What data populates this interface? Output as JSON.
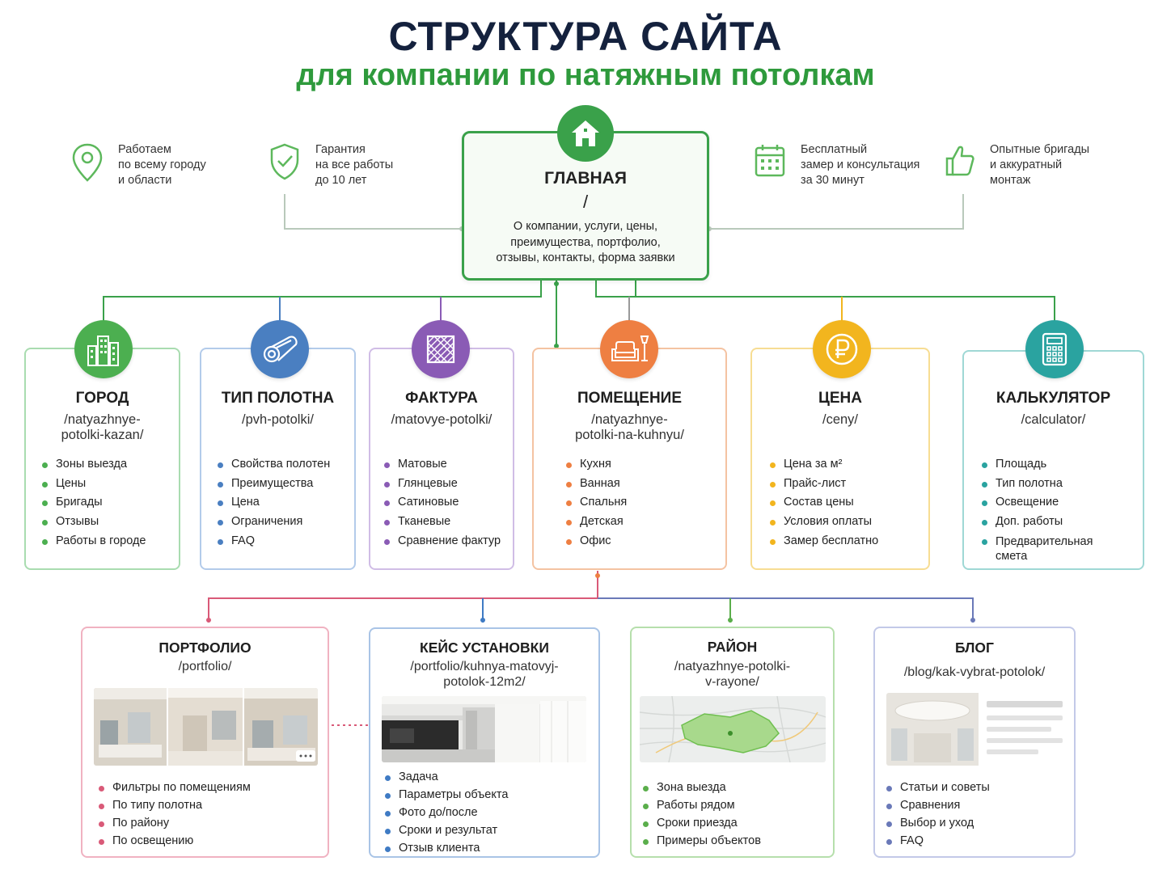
{
  "header": {
    "title": "СТРУКТУРА САЙТА",
    "subtitle": "для компании по натяжным потолкам"
  },
  "features": [
    {
      "icon": "location-pin-icon",
      "text_lines": [
        "Работаем",
        "по всему городу",
        "и области"
      ]
    },
    {
      "icon": "shield-check-icon",
      "text_lines": [
        "Гарантия",
        "на все работы",
        "до 10 лет"
      ]
    },
    {
      "icon": "calendar-icon",
      "text_lines": [
        "Бесплатный",
        "замер и консультация",
        "за 30 минут"
      ]
    },
    {
      "icon": "thumbs-up-icon",
      "text_lines": [
        "Опытные бригады",
        "и аккуратный",
        "монтаж"
      ]
    }
  ],
  "main": {
    "icon": "home-icon",
    "title": "ГЛАВНАЯ",
    "url": "/",
    "desc_lines": [
      "О компании, услуги, цены,",
      "преимущества, портфолио,",
      "отзывы, контакты, форма заявки"
    ],
    "color": "#3aa14a"
  },
  "level2": [
    {
      "icon": "city-buildings-icon",
      "color": "#4caf50",
      "border": "#8fd19a",
      "title": "ГОРОД",
      "url_lines": [
        "/natyazhnye-",
        "potolki-kazan/"
      ],
      "items": [
        "Зоны выезда",
        "Цены",
        "Бригады",
        "Отзывы",
        "Работы в городе"
      ]
    },
    {
      "icon": "fabric-roll-icon",
      "color": "#4a7fc1",
      "border": "#9fbde3",
      "title": "ТИП ПОЛОТНА",
      "url_lines": [
        "/pvh-potolki/"
      ],
      "items": [
        "Свойства полотен",
        "Преимущества",
        "Цена",
        "Ограничения",
        "FAQ"
      ]
    },
    {
      "icon": "texture-pattern-icon",
      "color": "#8a5bb5",
      "border": "#c5abdf",
      "title": "ФАКТУРА",
      "url_lines": [
        "/matovye-potolki/"
      ],
      "items": [
        "Матовые",
        "Глянцевые",
        "Сатиновые",
        "Тканевые",
        "Сравнение фактур"
      ]
    },
    {
      "icon": "sofa-lamp-icon",
      "color": "#ee7f42",
      "border": "#f4b993",
      "title": "ПОМЕЩЕНИЕ",
      "url_lines": [
        "/natyazhnye-",
        "potolki-na-kuhnyu/"
      ],
      "items": [
        "Кухня",
        "Ванная",
        "Спальня",
        "Детская",
        "Офис"
      ]
    },
    {
      "icon": "ruble-coin-icon",
      "color": "#f2b51e",
      "border": "#f6d98a",
      "title": "ЦЕНА",
      "url_lines": [
        "/ceny/"
      ],
      "items": [
        "Цена за м²",
        "Прайс-лист",
        "Состав цены",
        "Условия оплаты",
        "Замер бесплатно"
      ]
    },
    {
      "icon": "calculator-icon",
      "color": "#2aa3a0",
      "border": "#8fd3d0",
      "title": "КАЛЬКУЛЯТОР",
      "url_lines": [
        "/calculator/"
      ],
      "items": [
        "Площадь",
        "Тип полотна",
        "Освещение",
        "Доп. работы",
        "Предварительная смета"
      ]
    }
  ],
  "level3": [
    {
      "title": "ПОРТФОЛИО",
      "url_lines": [
        "/portfolio/"
      ],
      "color": "#d95a78",
      "border": "#ee9fb1",
      "image": "portfolio-photos",
      "items": [
        "Фильтры по помещениям",
        "По типу полотна",
        "По району",
        "По освещению"
      ]
    },
    {
      "title": "КЕЙС УСТАНОВКИ",
      "url_lines": [
        "/portfolio/kuhnya-matovyj-",
        "potolok-12m2/"
      ],
      "color": "#3f7bc4",
      "border": "#8fb3e0",
      "image": "kitchen-photo",
      "items": [
        "Задача",
        "Параметры объекта",
        "Фото до/после",
        "Сроки и результат",
        "Отзыв клиента"
      ]
    },
    {
      "title": "РАЙОН",
      "url_lines": [
        "/natyazhnye-potolki-",
        "v-rayone/"
      ],
      "color": "#5aae4b",
      "border": "#a5d69a",
      "image": "district-map",
      "items": [
        "Зона выезда",
        "Работы рядом",
        "Сроки приезда",
        "Примеры объектов"
      ]
    },
    {
      "title": "БЛОГ",
      "url_lines": [
        "/blog/kak-vybrat-potolok/"
      ],
      "color": "#6a79b8",
      "border": "#b0b8e0",
      "image": "blog-preview",
      "items": [
        "Статьи и советы",
        "Сравнения",
        "Выбор и уход",
        "FAQ"
      ]
    }
  ]
}
